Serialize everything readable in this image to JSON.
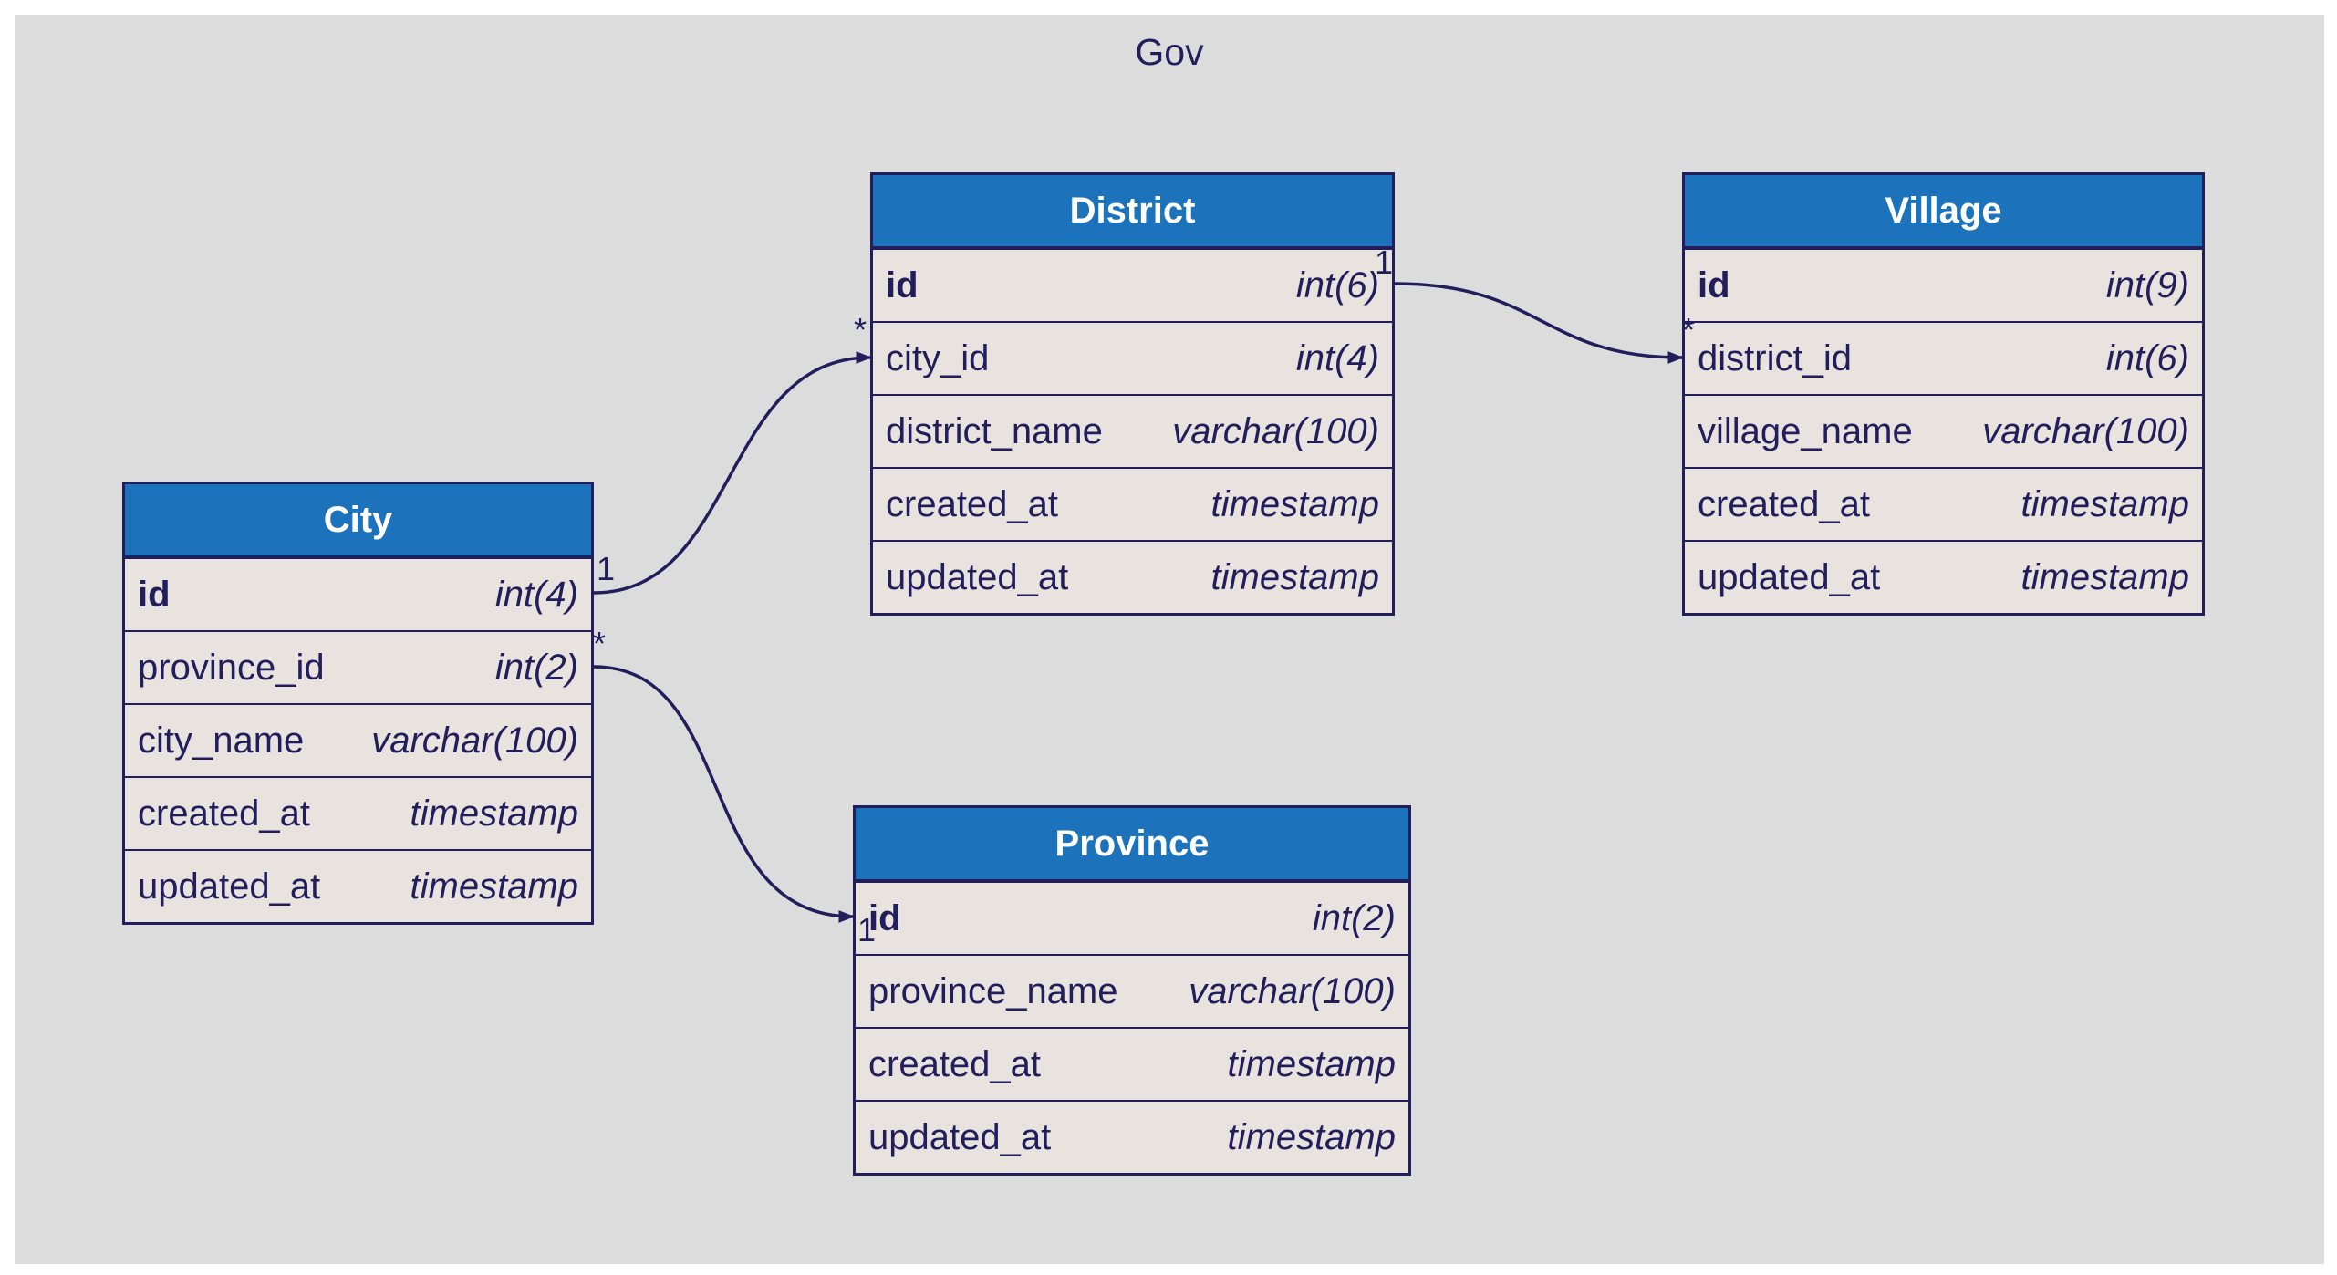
{
  "cluster": {
    "title": "Gov"
  },
  "tables": {
    "city": {
      "title": "City",
      "fields": [
        {
          "name": "id",
          "type": "int(4)",
          "pk": true
        },
        {
          "name": "province_id",
          "type": "int(2)"
        },
        {
          "name": "city_name",
          "type": "varchar(100)"
        },
        {
          "name": "created_at",
          "type": "timestamp"
        },
        {
          "name": "updated_at",
          "type": "timestamp"
        }
      ]
    },
    "district": {
      "title": "District",
      "fields": [
        {
          "name": "id",
          "type": "int(6)",
          "pk": true
        },
        {
          "name": "city_id",
          "type": "int(4)"
        },
        {
          "name": "district_name",
          "type": "varchar(100)"
        },
        {
          "name": "created_at",
          "type": "timestamp"
        },
        {
          "name": "updated_at",
          "type": "timestamp"
        }
      ]
    },
    "village": {
      "title": "Village",
      "fields": [
        {
          "name": "id",
          "type": "int(9)",
          "pk": true
        },
        {
          "name": "district_id",
          "type": "int(6)"
        },
        {
          "name": "village_name",
          "type": "varchar(100)"
        },
        {
          "name": "created_at",
          "type": "timestamp"
        },
        {
          "name": "updated_at",
          "type": "timestamp"
        }
      ]
    },
    "province": {
      "title": "Province",
      "fields": [
        {
          "name": "id",
          "type": "int(2)",
          "pk": true
        },
        {
          "name": "province_name",
          "type": "varchar(100)"
        },
        {
          "name": "created_at",
          "type": "timestamp"
        },
        {
          "name": "updated_at",
          "type": "timestamp"
        }
      ]
    }
  },
  "relations": [
    {
      "from": "city.id",
      "to": "district.city_id",
      "from_card": "1",
      "to_card": "*"
    },
    {
      "from": "district.id",
      "to": "village.district_id",
      "from_card": "1",
      "to_card": "*"
    },
    {
      "from": "city.province_id",
      "to": "province.id",
      "from_card": "*",
      "to_card": "1"
    }
  ],
  "colors": {
    "header": "#1c72bb",
    "row_bg": "#e8e3df",
    "border": "#221e5b",
    "cluster_bg": "#dddcdd",
    "text": "#221e5b"
  }
}
